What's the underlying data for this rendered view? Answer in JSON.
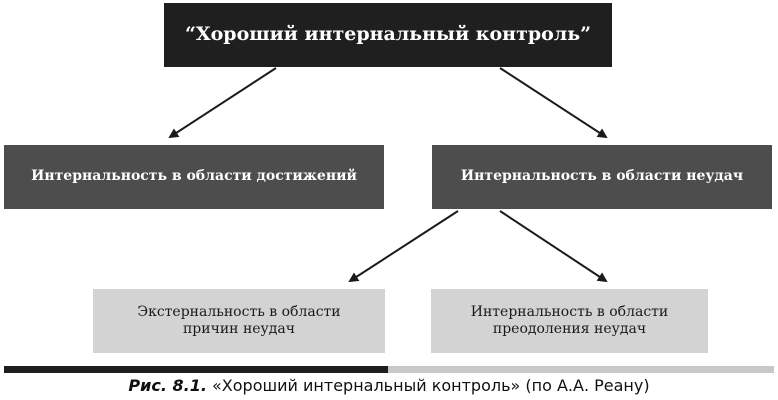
{
  "diagram": {
    "top_node": "“Хороший интернальный контроль”",
    "mid_left": "Интернальность в области достижений",
    "mid_right": "Интернальность в области неудач",
    "low_left": {
      "line1": "Экстернальность в области",
      "line2": "причин неудач"
    },
    "low_right": {
      "line1": "Интернальность в области",
      "line2": "преодоления неудач"
    }
  },
  "caption": {
    "figure_label": "Рис. 8.1.",
    "text": "«Хороший интернальный контроль» (по А.А. Реану)"
  },
  "colors": {
    "top_box": "#1f1f1f",
    "mid_box": "#4d4d4d",
    "low_box": "#d3d3d3",
    "arrow": "#1a1a1a"
  }
}
